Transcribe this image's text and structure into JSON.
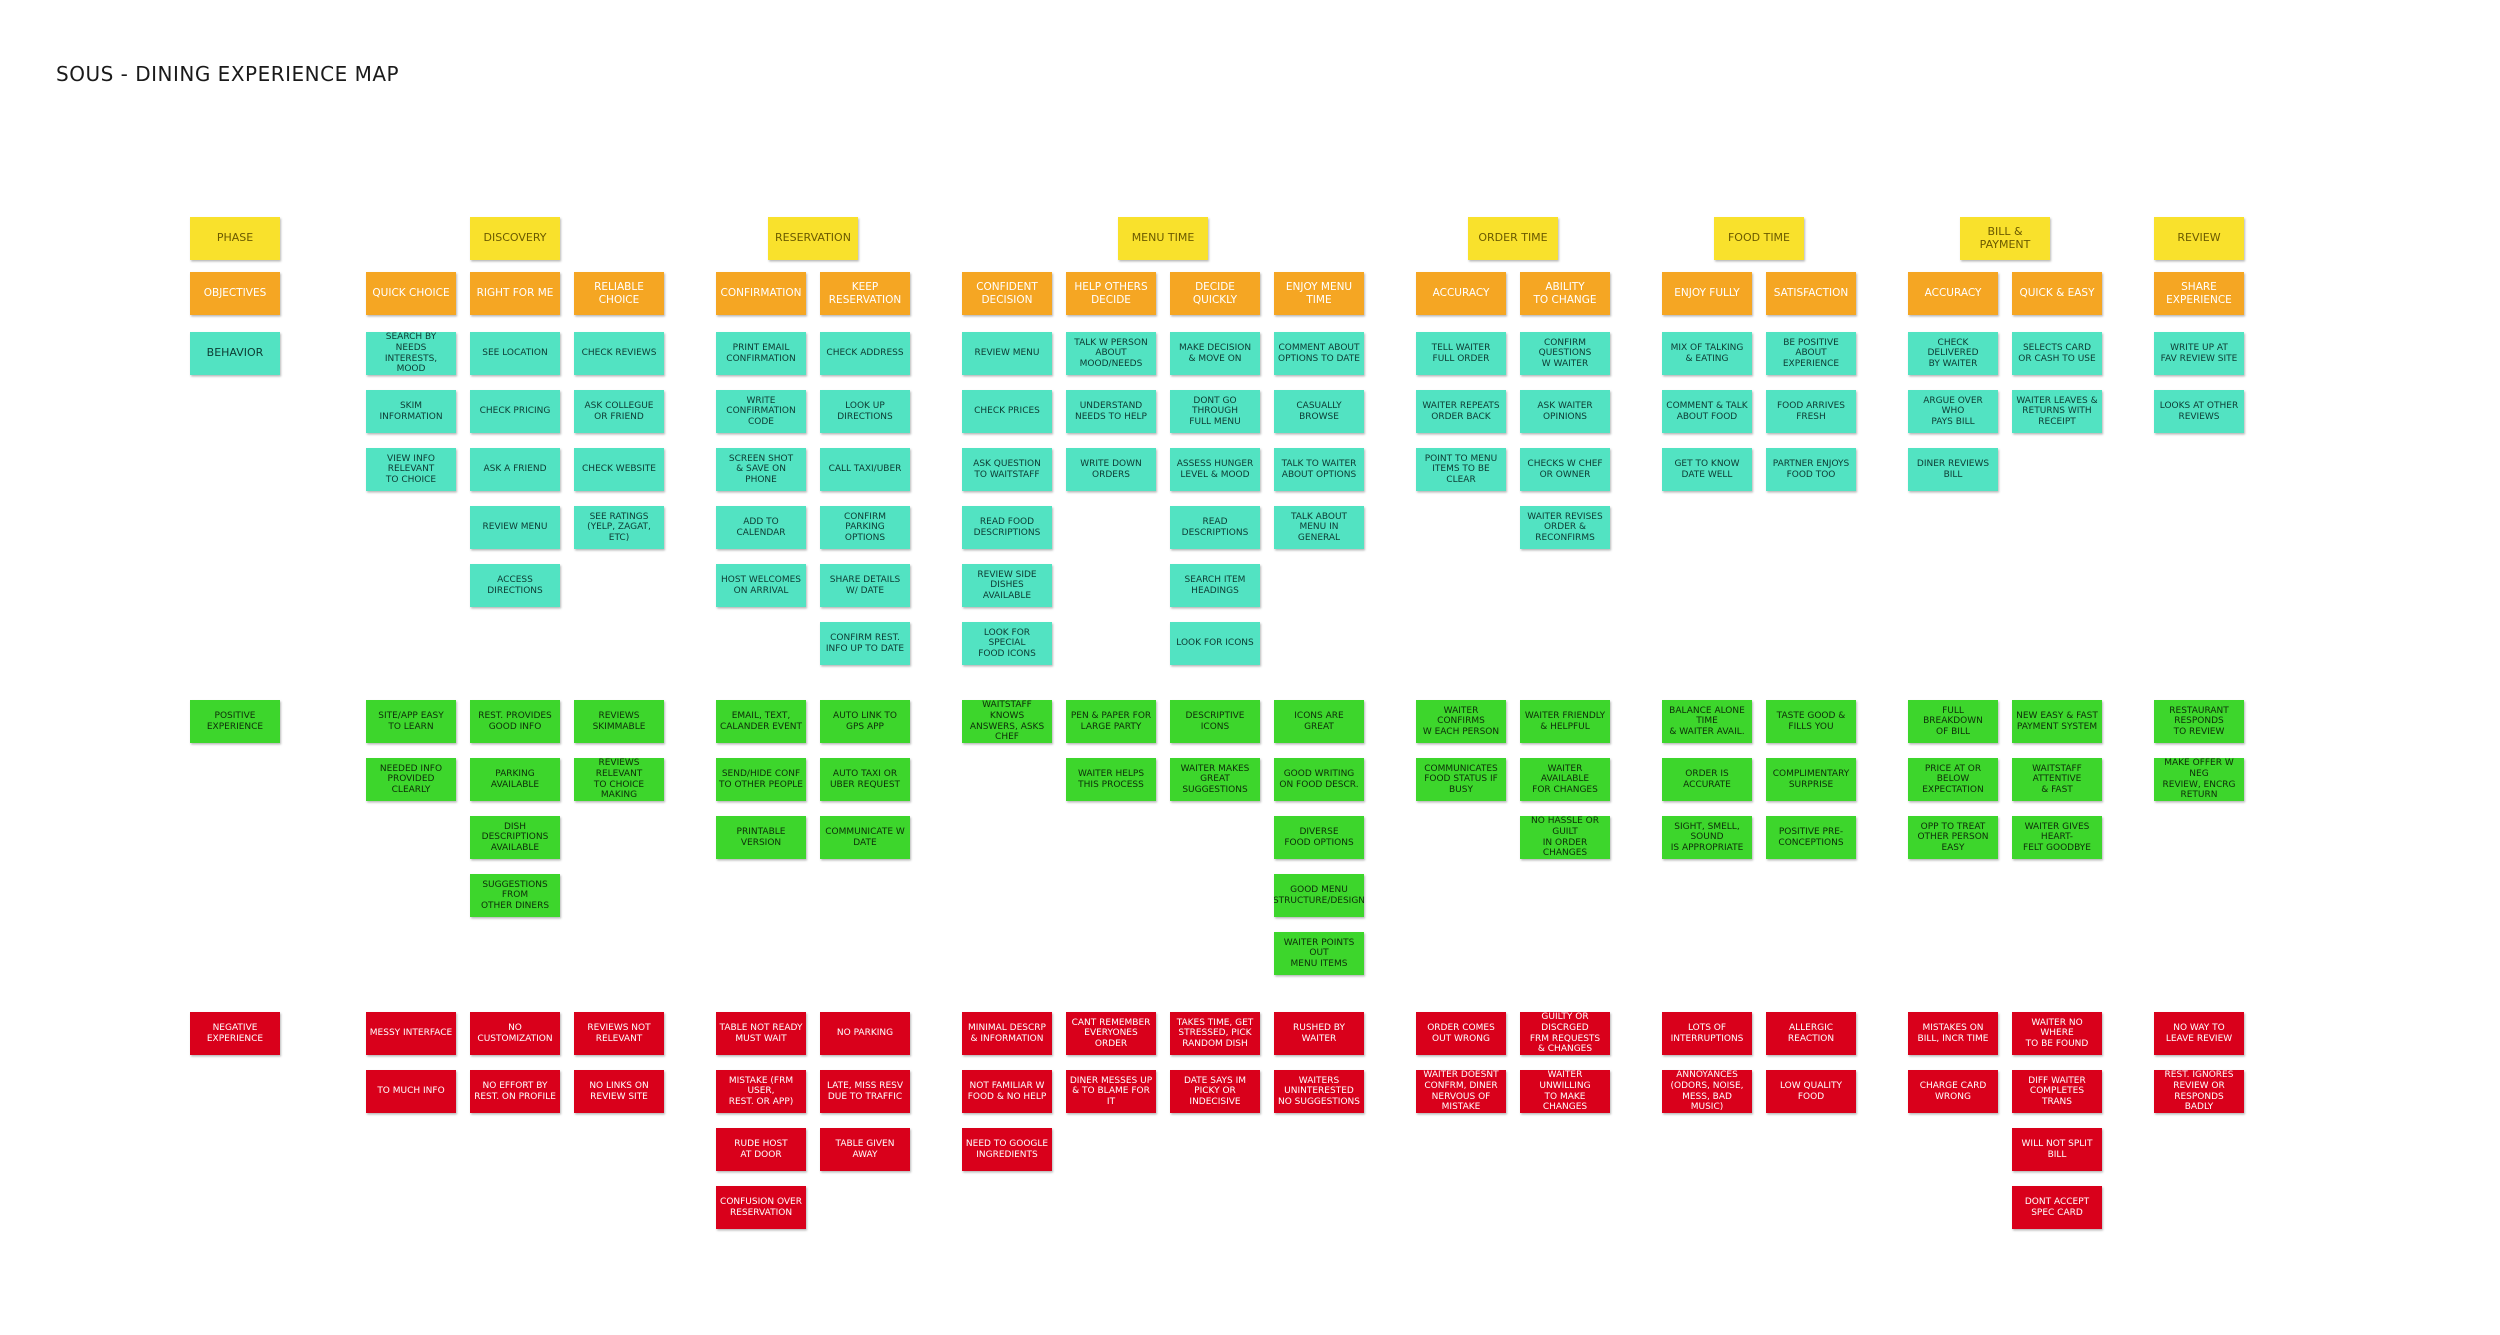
{
  "title": "SOUS - DINING EXPERIENCE MAP",
  "colors": {
    "phase": "#f9e12c",
    "objective": "#f5a623",
    "behavior": "#52e3c2",
    "positive": "#3dd62c",
    "negative": "#d9001b"
  },
  "row_labels": {
    "phase": "PHASE",
    "objectives": "OBJECTIVES",
    "behavior": "BEHAVIOR",
    "positive": "POSITIVE\nEXPERIENCE",
    "negative": "NEGATIVE\nEXPERIENCE"
  },
  "phases": [
    {
      "name": "DISCOVERY",
      "columns": [
        {
          "objective": "QUICK CHOICE",
          "behaviors": [
            "SEARCH BY NEEDS\nINTERESTS, MOOD",
            "SKIM INFORMATION",
            "VIEW INFO RELEVANT\nTO CHOICE"
          ],
          "positives": [
            "SITE/APP EASY\nTO LEARN",
            "NEEDED INFO\nPROVIDED CLEARLY"
          ],
          "negatives": [
            "MESSY INTERFACE",
            "TO MUCH INFO"
          ]
        },
        {
          "objective": "RIGHT FOR ME",
          "behaviors": [
            "SEE LOCATION",
            "CHECK PRICING",
            "ASK A FRIEND",
            "REVIEW MENU",
            "ACCESS DIRECTIONS"
          ],
          "positives": [
            "REST. PROVIDES\nGOOD INFO",
            "PARKING\nAVAILABLE",
            "DISH DESCRIPTIONS\nAVAILABLE",
            "SUGGESTIONS FROM\nOTHER DINERS"
          ],
          "negatives": [
            "NO CUSTOMIZATION",
            "NO EFFORT BY\nREST. ON PROFILE"
          ]
        },
        {
          "objective": "RELIABLE CHOICE",
          "behaviors": [
            "CHECK REVIEWS",
            "ASK COLLEGUE\nOR FRIEND",
            "CHECK WEBSITE",
            "SEE RATINGS\n(YELP, ZAGAT, ETC)"
          ],
          "positives": [
            "REVIEWS\nSKIMMABLE",
            "REVIEWS RELEVANT\nTO CHOICE MAKING"
          ],
          "negatives": [
            "REVIEWS NOT\nRELEVANT",
            "NO LINKS ON\nREVIEW SITE"
          ]
        }
      ]
    },
    {
      "name": "RESERVATION",
      "columns": [
        {
          "objective": "CONFIRMATION",
          "behaviors": [
            "PRINT EMAIL\nCONFIRMATION",
            "WRITE\nCONFIRMATION CODE",
            "SCREEN SHOT\n& SAVE ON PHONE",
            "ADD TO CALENDAR",
            "HOST WELCOMES\nON ARRIVAL"
          ],
          "positives": [
            "EMAIL, TEXT,\nCALANDER EVENT",
            "SEND/HIDE CONF\nTO OTHER PEOPLE",
            "PRINTABLE\nVERSION"
          ],
          "negatives": [
            "TABLE NOT READY\nMUST WAIT",
            "MISTAKE (FRM USER,\nREST. OR APP)",
            "RUDE HOST\nAT DOOR",
            "CONFUSION OVER\nRESERVATION"
          ]
        },
        {
          "objective": "KEEP\nRESERVATION",
          "behaviors": [
            "CHECK ADDRESS",
            "LOOK UP\nDIRECTIONS",
            "CALL TAXI/UBER",
            "CONFIRM PARKING\nOPTIONS",
            "SHARE DETAILS\nW/ DATE",
            "CONFIRM REST.\nINFO UP TO DATE"
          ],
          "positives": [
            "AUTO LINK TO\nGPS APP",
            "AUTO TAXI OR\nUBER REQUEST",
            "COMMUNICATE W\nDATE"
          ],
          "negatives": [
            "NO PARKING",
            "LATE, MISS RESV\nDUE TO TRAFFIC",
            "TABLE GIVEN AWAY"
          ]
        }
      ]
    },
    {
      "name": "MENU TIME",
      "columns": [
        {
          "objective": "CONFIDENT\nDECISION",
          "behaviors": [
            "REVIEW MENU",
            "CHECK PRICES",
            "ASK QUESTION\nTO WAITSTAFF",
            "READ FOOD\nDESCRIPTIONS",
            "REVIEW SIDE DISHES\nAVAILABLE",
            "LOOK FOR SPECIAL\nFOOD ICONS"
          ],
          "positives": [
            "WAITSTAFF KNOWS\nANSWERS, ASKS CHEF"
          ],
          "negatives": [
            "MINIMAL DESCRP\n& INFORMATION",
            "NOT FAMILIAR W\nFOOD & NO HELP",
            "NEED TO GOOGLE\nINGREDIENTS"
          ]
        },
        {
          "objective": "HELP OTHERS\nDECIDE",
          "behaviors": [
            "TALK W PERSON\nABOUT MOOD/NEEDS",
            "UNDERSTAND\nNEEDS TO HELP",
            "WRITE DOWN\nORDERS"
          ],
          "positives": [
            "PEN & PAPER FOR\nLARGE PARTY",
            "WAITER HELPS\nTHIS PROCESS"
          ],
          "negatives": [
            "CANT REMEMBER\nEVERYONES ORDER",
            "DINER MESSES UP\n& TO BLAME FOR IT"
          ]
        },
        {
          "objective": "DECIDE QUICKLY",
          "behaviors": [
            "MAKE DECISION\n& MOVE ON",
            "DONT GO THROUGH\nFULL MENU",
            "ASSESS HUNGER\nLEVEL & MOOD",
            "READ\nDESCRIPTIONS",
            "SEARCH ITEM\nHEADINGS",
            "LOOK FOR ICONS"
          ],
          "positives": [
            "DESCRIPTIVE ICONS",
            "WAITER MAKES\nGREAT SUGGESTIONS"
          ],
          "negatives": [
            "TAKES TIME, GET\nSTRESSED, PICK\nRANDOM DISH",
            "DATE SAYS IM\nPICKY OR INDECISIVE"
          ]
        },
        {
          "objective": "ENJOY MENU\nTIME",
          "behaviors": [
            "COMMENT ABOUT\nOPTIONS TO DATE",
            "CASUALLY BROWSE",
            "TALK TO WAITER\nABOUT OPTIONS",
            "TALK ABOUT\nMENU IN GENERAL"
          ],
          "positives": [
            "ICONS ARE\nGREAT",
            "GOOD WRITING\nON FOOD DESCR.",
            "DIVERSE\nFOOD OPTIONS",
            "GOOD MENU\nSTRUCTURE/DESIGN",
            "WAITER POINTS OUT\nMENU ITEMS"
          ],
          "negatives": [
            "RUSHED BY\nWAITER",
            "WAITERS\nUNINTERESTED\nNO SUGGESTIONS"
          ]
        }
      ]
    },
    {
      "name": "ORDER TIME",
      "columns": [
        {
          "objective": "ACCURACY",
          "behaviors": [
            "TELL WAITER\nFULL ORDER",
            "WAITER REPEATS\nORDER BACK",
            "POINT TO MENU\nITEMS TO BE CLEAR"
          ],
          "positives": [
            "WAITER CONFIRMS\nW EACH PERSON",
            "COMMUNICATES\nFOOD STATUS IF BUSY"
          ],
          "negatives": [
            "ORDER COMES\nOUT WRONG",
            "WAITER DOESNT\nCONFRM, DINER\nNERVOUS OF MISTAKE"
          ]
        },
        {
          "objective": "ABILITY\nTO CHANGE",
          "behaviors": [
            "CONFIRM QUESTIONS\nW WAITER",
            "ASK WAITER\nOPINIONS",
            "CHECKS W CHEF\nOR OWNER",
            "WAITER REVISES\nORDER & RECONFIRMS"
          ],
          "positives": [
            "WAITER FRIENDLY\n& HELPFUL",
            "WAITER AVAILABLE\nFOR CHANGES",
            "NO HASSLE OR GUILT\nIN ORDER CHANGES"
          ],
          "negatives": [
            "GUILTY OR DISCRGED\nFRM REQUESTS\n& CHANGES",
            "WAITER UNWILLING\nTO MAKE CHANGES"
          ]
        }
      ]
    },
    {
      "name": "FOOD TIME",
      "columns": [
        {
          "objective": "ENJOY FULLY",
          "behaviors": [
            "MIX OF TALKING\n& EATING",
            "COMMENT & TALK\nABOUT FOOD",
            "GET TO KNOW\nDATE WELL"
          ],
          "positives": [
            "BALANCE ALONE TIME\n& WAITER AVAIL.",
            "ORDER IS\nACCURATE",
            "SIGHT, SMELL, SOUND\nIS APPROPRIATE"
          ],
          "negatives": [
            "LOTS OF\nINTERRUPTIONS",
            "ANNOYANCES\n(ODORS, NOISE,\nMESS, BAD MUSIC)"
          ]
        },
        {
          "objective": "SATISFACTION",
          "behaviors": [
            "BE POSITIVE\nABOUT EXPERIENCE",
            "FOOD ARRIVES\nFRESH",
            "PARTNER ENJOYS\nFOOD TOO"
          ],
          "positives": [
            "TASTE GOOD &\nFILLS YOU",
            "COMPLIMENTARY\nSURPRISE",
            "POSITIVE PRE-\nCONCEPTIONS"
          ],
          "negatives": [
            "ALLERGIC\nREACTION",
            "LOW QUALITY\nFOOD"
          ]
        }
      ]
    },
    {
      "name": "BILL & PAYMENT",
      "columns": [
        {
          "objective": "ACCURACY",
          "behaviors": [
            "CHECK DELIVERED\nBY WAITER",
            "ARGUE OVER WHO\nPAYS BILL",
            "DINER REVIEWS\nBILL"
          ],
          "positives": [
            "FULL BREAKDOWN\nOF BILL",
            "PRICE AT OR BELOW\nEXPECTATION",
            "OPP TO TREAT\nOTHER PERSON EASY"
          ],
          "negatives": [
            "MISTAKES ON\nBILL, INCR TIME",
            "CHARGE CARD\nWRONG"
          ]
        },
        {
          "objective": "QUICK & EASY",
          "behaviors": [
            "SELECTS CARD\nOR CASH TO USE",
            "WAITER LEAVES &\nRETURNS WITH RECEIPT"
          ],
          "positives": [
            "NEW EASY & FAST\nPAYMENT SYSTEM",
            "WAITSTAFF ATTENTIVE\n& FAST",
            "WAITER GIVES HEART-\nFELT GOODBYE"
          ],
          "negatives": [
            "WAITER NO WHERE\nTO BE FOUND",
            "DIFF WAITER\nCOMPLETES TRANS",
            "WILL NOT SPLIT\nBILL",
            "DONT ACCEPT\nSPEC CARD"
          ]
        }
      ]
    },
    {
      "name": "REVIEW",
      "columns": [
        {
          "objective": "SHARE\nEXPERIENCE",
          "behaviors": [
            "WRITE UP AT\nFAV REVIEW SITE",
            "LOOKS AT OTHER\nREVIEWS"
          ],
          "positives": [
            "RESTAURANT RESPONDS\nTO REVIEW",
            "MAKE OFFER W NEG\nREVIEW, ENCRG RETURN"
          ],
          "negatives": [
            "NO WAY TO\nLEAVE REVIEW",
            "REST. IGNORES\nREVIEW OR RESPONDS\nBADLY"
          ]
        }
      ]
    }
  ]
}
